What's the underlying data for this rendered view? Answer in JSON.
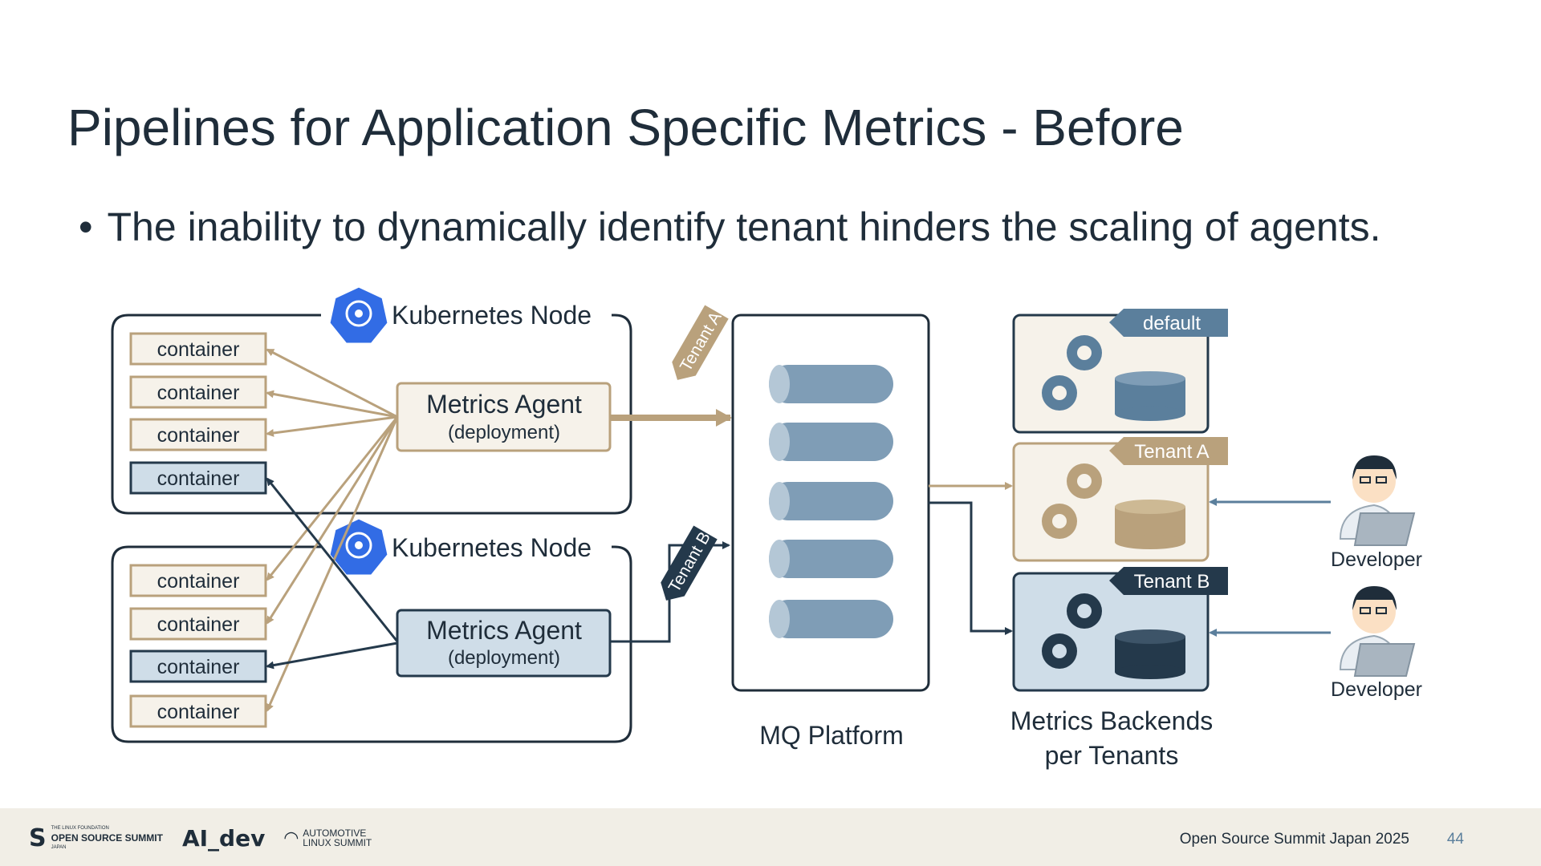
{
  "slide": {
    "title": "Pipelines for Application Specific Metrics - Before",
    "bullet": "The inability to dynamically identify tenant hinders the scaling of agents."
  },
  "diagram": {
    "node_label": "Kubernetes Node",
    "container_label": "container",
    "agent_title": "Metrics Agent",
    "agent_sub": "(deployment)",
    "tag_tenant_a": "Tenant A",
    "tag_tenant_b": "Tenant B",
    "mq_label": "MQ Platform",
    "backend_default": "default",
    "backend_tenant_a": "Tenant A",
    "backend_tenant_b": "Tenant B",
    "backends_label_line1": "Metrics Backends",
    "backends_label_line2": "per Tenants",
    "developer_label": "Developer"
  },
  "colors": {
    "tan": "#b9a17c",
    "tan_light": "#f6f2ea",
    "blue": "#5b7f9c",
    "blue_light": "#cfdde8",
    "dark": "#24394b",
    "mq_cyl": "#7f9db6"
  },
  "footer": {
    "conference": "Open Source Summit Japan 2025",
    "page_number": "44",
    "logo_oss": "OPEN SOURCE SUMMIT",
    "logo_oss_small": "THE LINUX FOUNDATION",
    "logo_oss_japan": "JAPAN",
    "logo_ai": "AI_dev",
    "logo_als_line1": "AUTOMOTIVE",
    "logo_als_line2": "LINUX SUMMIT"
  }
}
